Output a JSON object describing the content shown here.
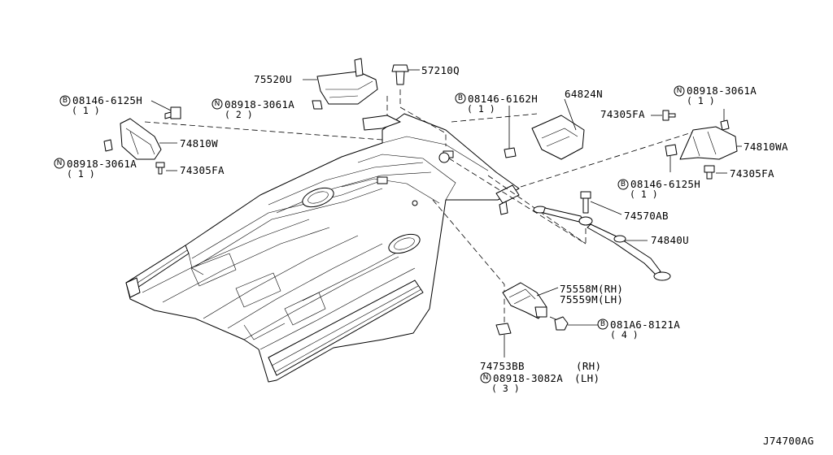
{
  "labels": {
    "p75520U": "75520U",
    "p57210Q": "57210Q",
    "b1_num": "08146-6125H",
    "b1_qty": "( 1 )",
    "n1_num": "08918-3061A",
    "n1_qty": "( 2 )",
    "p74810W": "74810W",
    "n2_num": "08918-3061A",
    "n2_qty": "( 1 )",
    "p74305FA_left": "74305FA",
    "b2_num": "08146-6162H",
    "b2_qty": "( 1 )",
    "p64824N": "64824N",
    "n3_num": "08918-3061A",
    "n3_qty": "( 1 )",
    "p74305FA_top": "74305FA",
    "p74810WA": "74810WA",
    "p74305FA_right": "74305FA",
    "b3_num": "08146-6125H",
    "b3_qty": "( 1 )",
    "p74570AB": "74570AB",
    "p74840U": "74840U",
    "p75558M": "75558M(RH)",
    "p75559M": "75559M(LH)",
    "b4_num": "081A6-8121A",
    "b4_qty": "( 4 )",
    "p74753BB": "74753BB",
    "rh": "(RH)",
    "n4_num": "08918-3082A",
    "lh": "(LH)",
    "n4_qty": "( 3 )",
    "diagram_code": "J74700AG"
  },
  "prefix": {
    "bolt": "B",
    "nut": "N"
  }
}
